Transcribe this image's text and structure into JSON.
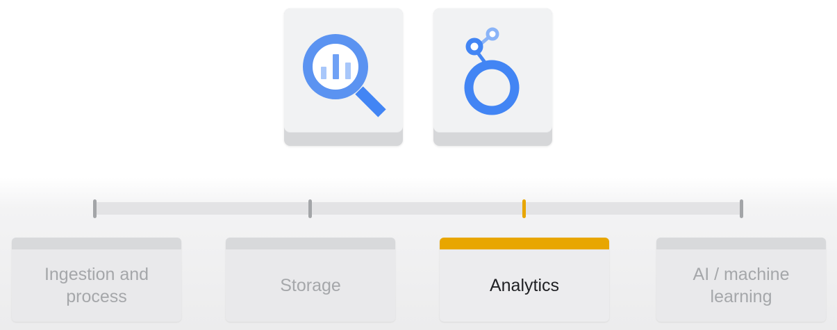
{
  "tools": [
    {
      "icon": "bigquery-icon",
      "color": "#4285f4"
    },
    {
      "icon": "looker-icon",
      "color": "#4285f4"
    }
  ],
  "stages": [
    {
      "lines": [
        "Ingestion and",
        "process"
      ],
      "active": false
    },
    {
      "lines": [
        "Storage"
      ],
      "active": false
    },
    {
      "lines": [
        "Analytics"
      ],
      "active": true
    },
    {
      "lines": [
        "AI / machine",
        "learning"
      ],
      "active": false
    }
  ],
  "colors": {
    "accent": "#e8a600",
    "brand_blue": "#4285f4",
    "inactive_text": "#a5a7aa",
    "active_text": "#202124"
  }
}
